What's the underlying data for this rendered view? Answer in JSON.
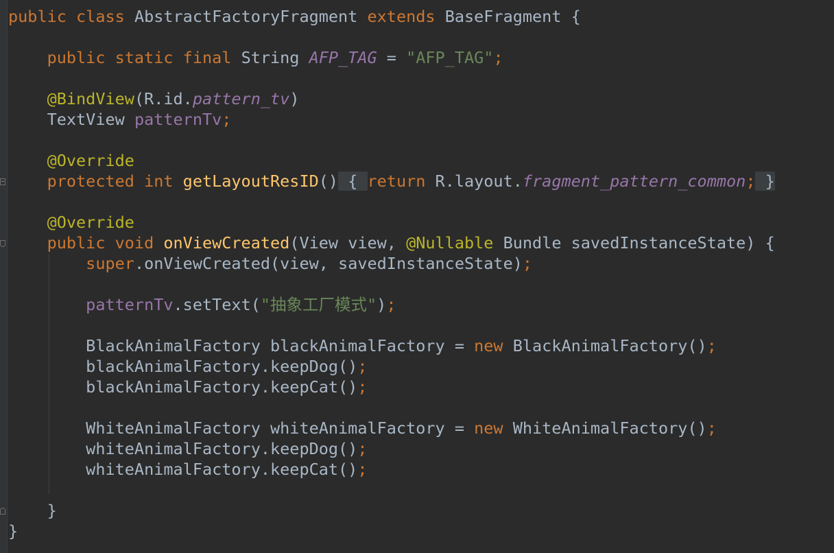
{
  "colors": {
    "background": "#2b2b2b",
    "keyword": "#cc7832",
    "method_declaration": "#ffc66d",
    "annotation": "#bbb529",
    "field": "#9876aa",
    "string": "#6a8759",
    "default_text": "#a9b7c6"
  },
  "icons": [
    "fold-collapse-icon",
    "fold-end-icon"
  ],
  "code_lines": [
    [
      {
        "t": "public class ",
        "c": "kw"
      },
      {
        "t": "AbstractFactoryFragment ",
        "c": "plain"
      },
      {
        "t": "extends ",
        "c": "kw"
      },
      {
        "t": "BaseFragment {",
        "c": "plain"
      }
    ],
    [],
    [
      {
        "t": "    public static final ",
        "c": "kw"
      },
      {
        "t": "String ",
        "c": "plain"
      },
      {
        "t": "AFP_TAG",
        "c": "sfield"
      },
      {
        "t": " = ",
        "c": "plain"
      },
      {
        "t": "\"AFP_TAG\"",
        "c": "str"
      },
      {
        "t": ";",
        "c": "kw"
      }
    ],
    [],
    [
      {
        "t": "    @BindView",
        "c": "ann"
      },
      {
        "t": "(R.id.",
        "c": "plain"
      },
      {
        "t": "pattern_tv",
        "c": "sfield"
      },
      {
        "t": ")",
        "c": "plain"
      }
    ],
    [
      {
        "t": "    TextView ",
        "c": "plain"
      },
      {
        "t": "patternTv",
        "c": "field"
      },
      {
        "t": ";",
        "c": "kw"
      }
    ],
    [],
    [
      {
        "t": "    @Override",
        "c": "ann"
      }
    ],
    [
      {
        "t": "    protected int ",
        "c": "kw"
      },
      {
        "t": "getLayoutResID",
        "c": "fn"
      },
      {
        "t": "()",
        "c": "plain"
      },
      {
        "t": " { ",
        "c": "foldbg"
      },
      {
        "t": "return ",
        "c": "kw"
      },
      {
        "t": "R.layout.",
        "c": "plain"
      },
      {
        "t": "fragment_pattern_common",
        "c": "sfield"
      },
      {
        "t": ";",
        "c": "kw"
      },
      {
        "t": " }",
        "c": "foldbg"
      }
    ],
    [],
    [
      {
        "t": "    @Override",
        "c": "ann"
      }
    ],
    [
      {
        "t": "    public void ",
        "c": "kw"
      },
      {
        "t": "onViewCreated",
        "c": "fn"
      },
      {
        "t": "(View view, ",
        "c": "plain"
      },
      {
        "t": "@Nullable ",
        "c": "ann"
      },
      {
        "t": "Bundle savedInstanceState) {",
        "c": "plain"
      }
    ],
    [
      {
        "t": "        super",
        "c": "kw"
      },
      {
        "t": ".onViewCreated(view, savedInstanceState)",
        "c": "plain"
      },
      {
        "t": ";",
        "c": "kw"
      }
    ],
    [],
    [
      {
        "t": "        patternTv",
        "c": "field"
      },
      {
        "t": ".setText(",
        "c": "plain"
      },
      {
        "t": "\"抽象工厂模式\"",
        "c": "str"
      },
      {
        "t": ")",
        "c": "plain"
      },
      {
        "t": ";",
        "c": "kw"
      }
    ],
    [],
    [
      {
        "t": "        BlackAnimalFactory blackAnimalFactory = ",
        "c": "plain"
      },
      {
        "t": "new ",
        "c": "kw"
      },
      {
        "t": "BlackAnimalFactory()",
        "c": "plain"
      },
      {
        "t": ";",
        "c": "kw"
      }
    ],
    [
      {
        "t": "        blackAnimalFactory.keepDog()",
        "c": "plain"
      },
      {
        "t": ";",
        "c": "kw"
      }
    ],
    [
      {
        "t": "        blackAnimalFactory.keepCat()",
        "c": "plain"
      },
      {
        "t": ";",
        "c": "kw"
      }
    ],
    [],
    [
      {
        "t": "        WhiteAnimalFactory whiteAnimalFactory = ",
        "c": "plain"
      },
      {
        "t": "new ",
        "c": "kw"
      },
      {
        "t": "WhiteAnimalFactory()",
        "c": "plain"
      },
      {
        "t": ";",
        "c": "kw"
      }
    ],
    [
      {
        "t": "        whiteAnimalFactory.keepDog()",
        "c": "plain"
      },
      {
        "t": ";",
        "c": "kw"
      }
    ],
    [
      {
        "t": "        whiteAnimalFactory.keepCat()",
        "c": "plain"
      },
      {
        "t": ";",
        "c": "kw"
      }
    ],
    [],
    [
      {
        "t": "    }",
        "c": "plain"
      }
    ],
    [
      {
        "t": "}",
        "c": "plain"
      }
    ]
  ]
}
